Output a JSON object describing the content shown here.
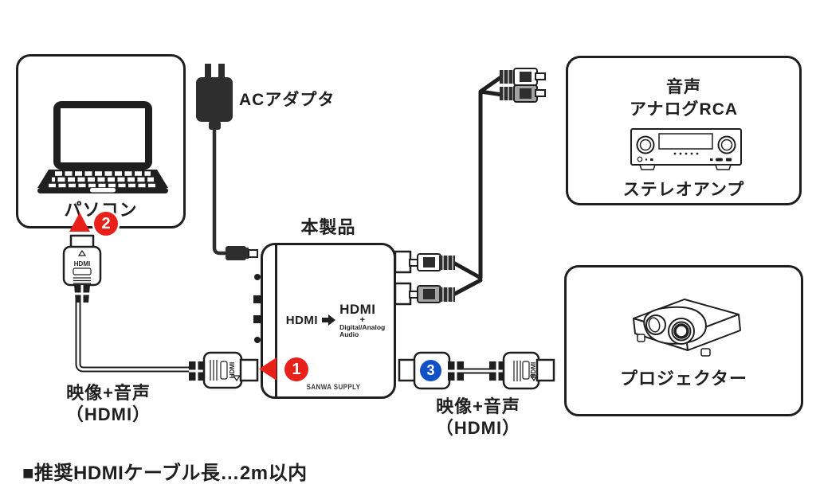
{
  "colors": {
    "line": "#1f1f1f",
    "red": "#e7211a",
    "blue": "#1150c4",
    "plug_gray": "#a3a3a3",
    "adapter_dark": "#2e2e2e"
  },
  "pc_box": {
    "label": "パソコン"
  },
  "ac_adapter": {
    "label": "ACアダプタ"
  },
  "product": {
    "title": "本製品",
    "input_label": "HDMI",
    "output_line1": "HDMI",
    "output_line2": "+",
    "output_line3": "Digital/Analog",
    "output_line4": "Audio",
    "brand": "SANWA SUPPLY"
  },
  "amp_box": {
    "line1": "音声",
    "line2": "アナログRCA",
    "label": "ステレオアンプ"
  },
  "projector_box": {
    "label": "プロジェクター"
  },
  "cable_pc": {
    "label_line1": "映像+音声",
    "label_line2": "（HDMI）"
  },
  "cable_projector": {
    "label_line1": "映像+音声",
    "label_line2": "（HDMI）"
  },
  "markers": {
    "step1": "1",
    "step2": "2",
    "step3": "3"
  },
  "connector": {
    "hdmi_text": "HDMI"
  },
  "footnote": "■推奨HDMIケーブル長…2m以内"
}
